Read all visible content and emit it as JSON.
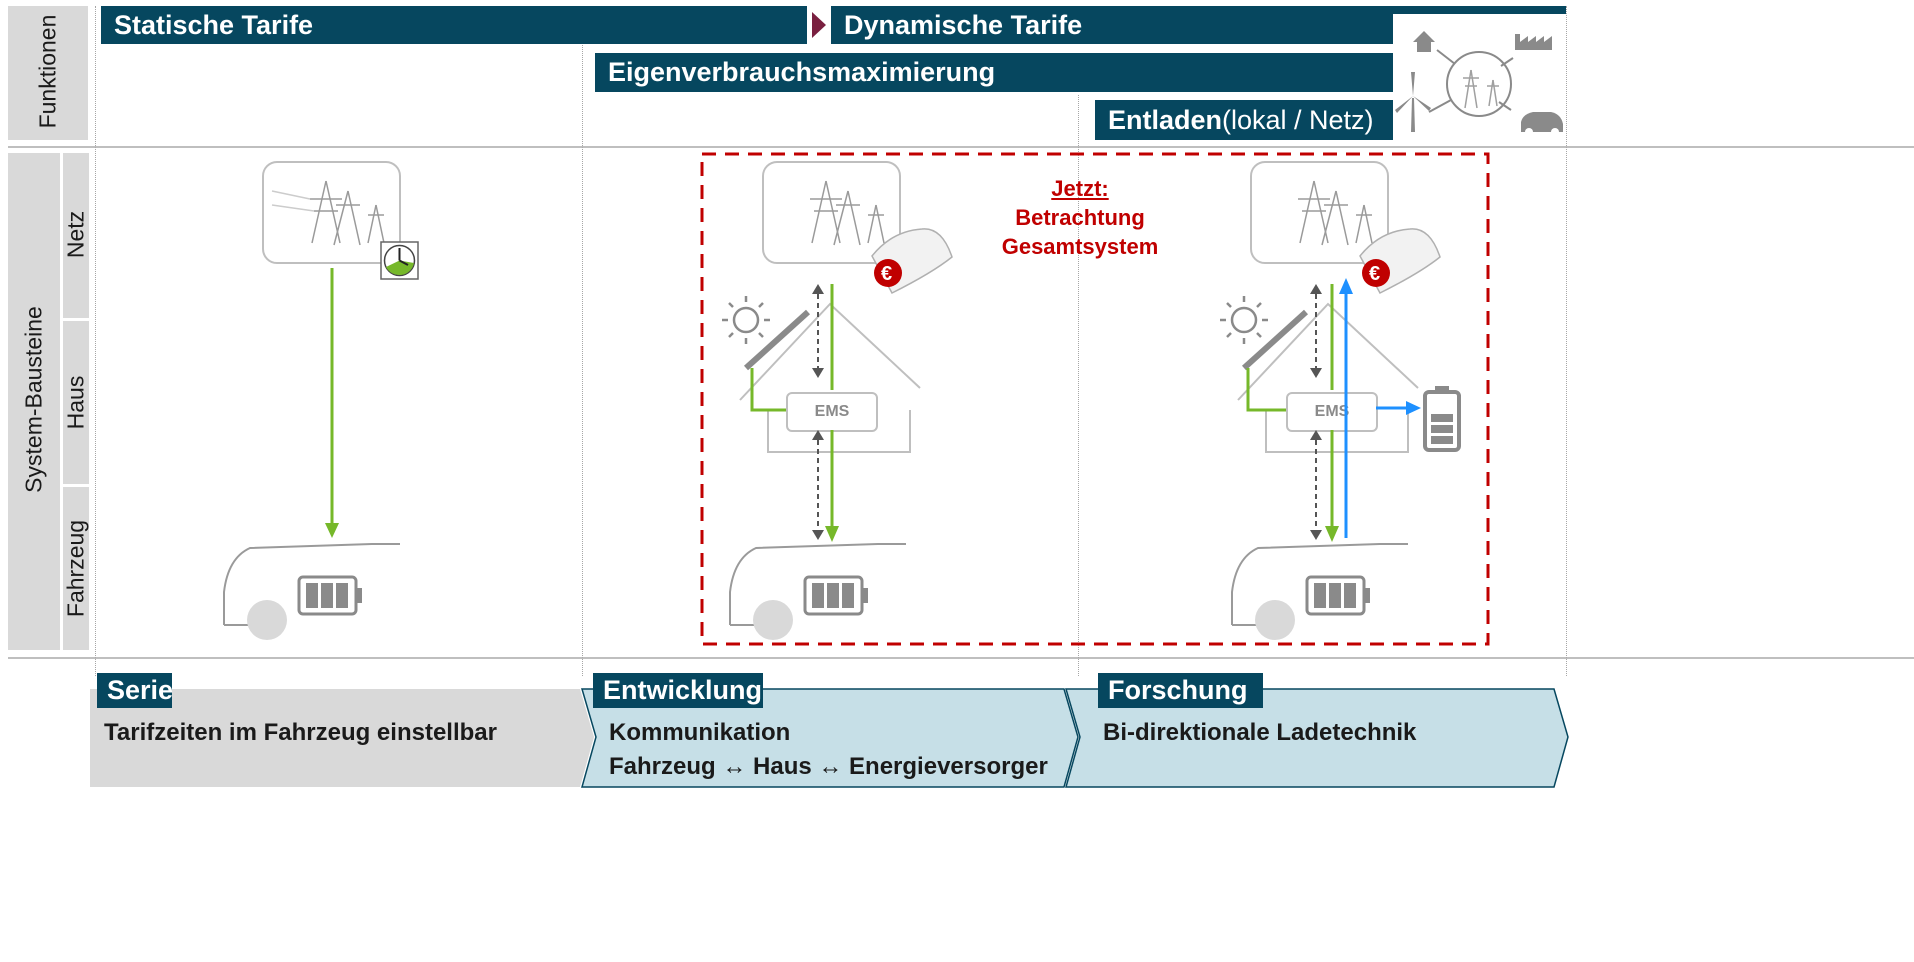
{
  "rows": {
    "funktionen": "Funktionen",
    "system_bausteine": "System-Bausteine",
    "netz": "Netz",
    "haus": "Haus",
    "fahrzeug": "Fahrzeug"
  },
  "functions": {
    "statische_tarife": "Statische Tarife",
    "dynamische_tarife": "Dynamische Tarife",
    "eigenverbrauch": "Eigenverbrauchsmaximierung",
    "entladen_bold": "Entladen",
    "entladen_light": " (lokal / Netz)"
  },
  "callout": {
    "line1": "Jetzt:",
    "line2": "Betrachtung",
    "line3": "Gesamtsystem"
  },
  "ems_label": "EMS",
  "stages": [
    {
      "tag": "Serie",
      "line1": "Tarifzeiten im Fahrzeug einstellbar",
      "line2": ""
    },
    {
      "tag": "Entwicklung",
      "line1": "Kommunikation",
      "line2": "Fahrzeug ↔ Haus ↔ Energieversorger"
    },
    {
      "tag": "Forschung",
      "line1": "Bi-direktionale Ladetechnik",
      "line2": ""
    }
  ],
  "colors": {
    "navy": "#06475f",
    "green": "#76b82a",
    "blue": "#1e90ff",
    "red": "#c00000",
    "stage_serie": "#d9d9d9",
    "stage_blue": "#c6dfe7"
  }
}
